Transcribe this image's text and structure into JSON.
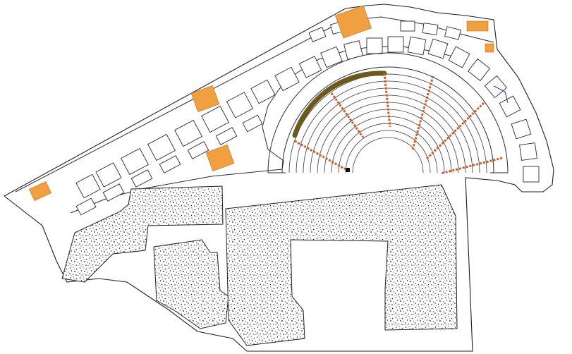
{
  "drawing": {
    "watermark": "",
    "colors": {
      "orange_patch": "#f0a040",
      "seat_row": "#6b5a1e",
      "aisle_seats": "#d05a2a",
      "blue_line": "#2030c0",
      "gravel": "#1f1f1f"
    },
    "icons": [
      "theatre-plan",
      "gravel-hatch",
      "orange-tile-patch"
    ]
  }
}
